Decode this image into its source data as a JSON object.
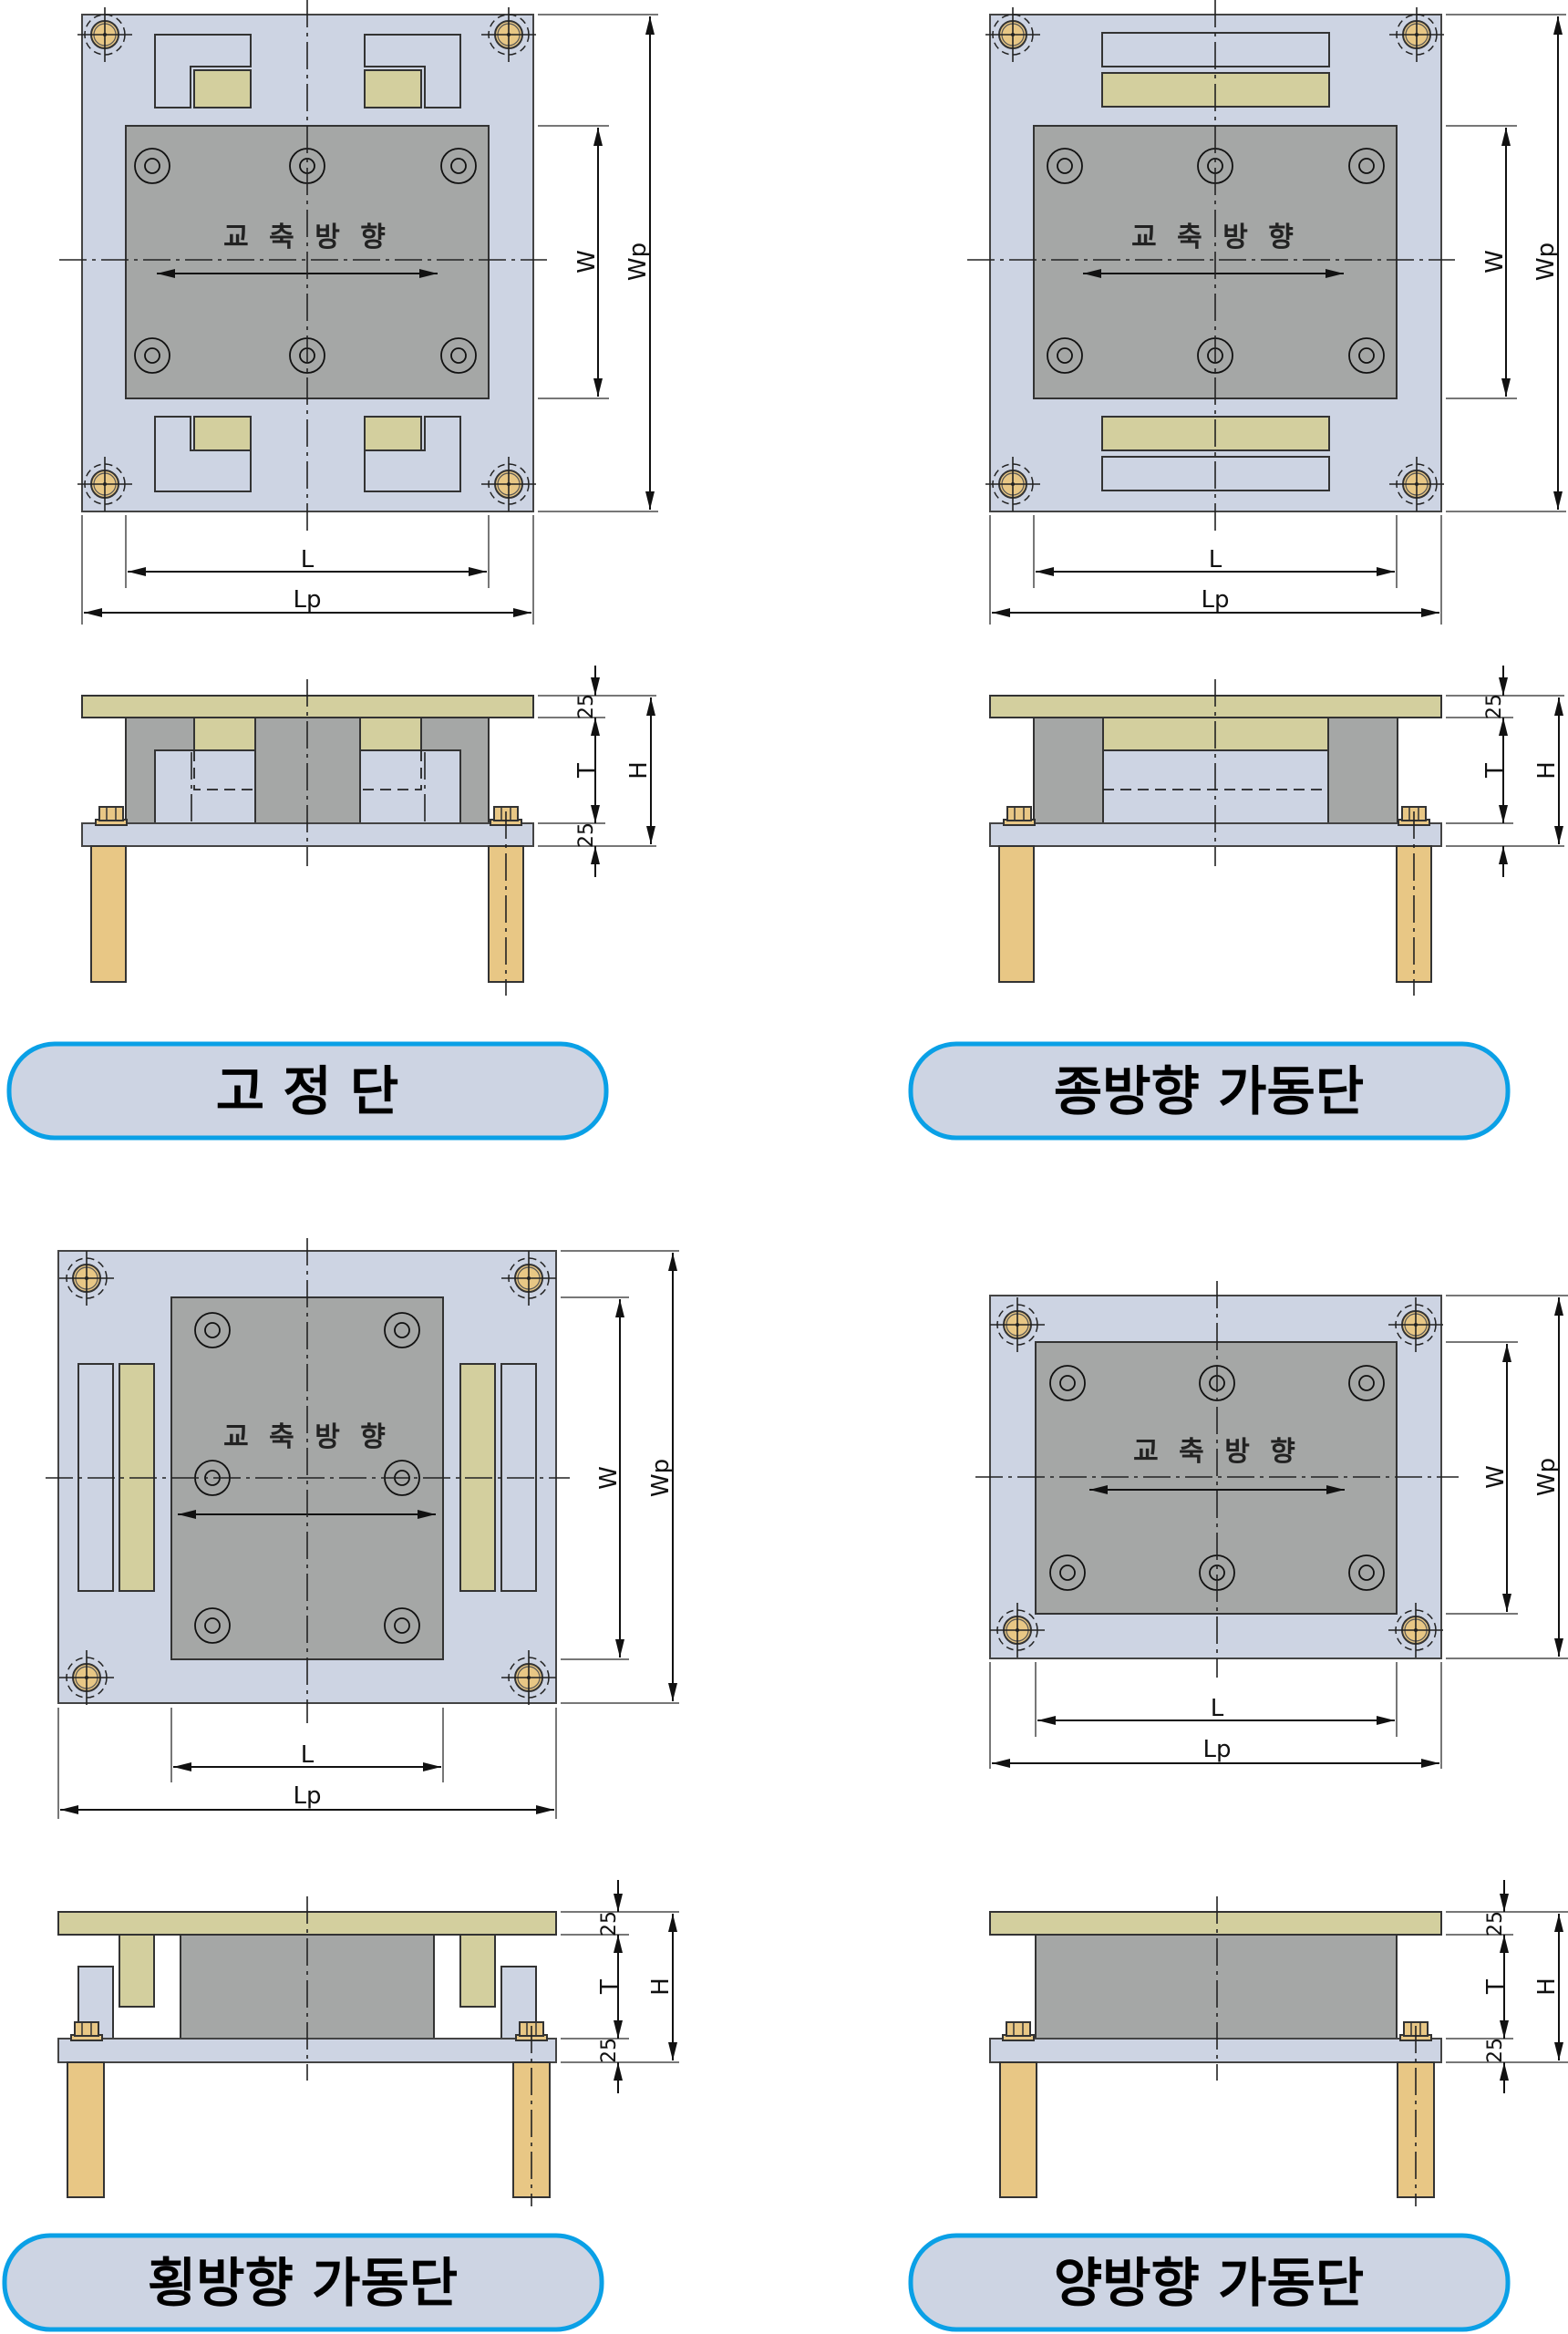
{
  "figure": {
    "title": "Elastomeric bearing types – plan and elevation views",
    "panels": [
      {
        "id": "fixed",
        "label": "고 정 단",
        "direction_label": "교 축 방 향",
        "dims_plan": {
          "inner_length": "L",
          "plate_length": "Lp",
          "inner_width": "W",
          "plate_width": "Wp"
        },
        "dims_elevation": {
          "top_plate": "25",
          "rubber": "T",
          "total": "H",
          "bottom_plate": "25"
        }
      },
      {
        "id": "longitudinal-movable",
        "label": "종방향 가동단",
        "direction_label": "교 축 방 향",
        "dims_plan": {
          "inner_length": "L",
          "plate_length": "Lp",
          "inner_width": "W",
          "plate_width": "Wp"
        },
        "dims_elevation": {
          "top_plate": "25",
          "rubber": "T",
          "total": "H",
          "bottom_plate": ""
        }
      },
      {
        "id": "transverse-movable",
        "label": "횡방향 가동단",
        "direction_label": "교 축 방 향",
        "dims_plan": {
          "inner_length": "L",
          "plate_length": "Lp",
          "inner_width": "W",
          "plate_width": "Wp"
        },
        "dims_elevation": {
          "top_plate": "25",
          "rubber": "T",
          "total": "H",
          "bottom_plate": "25"
        }
      },
      {
        "id": "bidirectional-movable",
        "label": "양방향 가동단",
        "direction_label": "교 축 방 향",
        "dims_plan": {
          "inner_length": "L",
          "plate_length": "Lp",
          "inner_width": "W",
          "plate_width": "Wp"
        },
        "dims_elevation": {
          "top_plate": "25",
          "rubber": "T",
          "total": "H",
          "bottom_plate": "25"
        }
      }
    ]
  },
  "colors": {
    "plate": "#cdd4e3",
    "rubber": "#a5a7a6",
    "steel_block": "#d3cf9e",
    "anchor": "#e8c785",
    "pill_border": "#0aa0e6",
    "pill_fill": "#cdd4e3"
  }
}
